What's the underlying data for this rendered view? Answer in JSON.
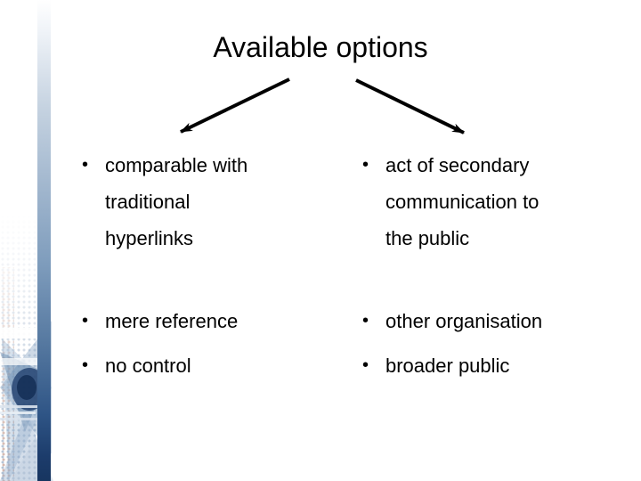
{
  "slide": {
    "title": "Available options",
    "bullet_glyph": "•",
    "left_column": {
      "items": [
        "comparable with\ntraditional\nhyperlinks",
        "mere reference",
        "no control"
      ]
    },
    "right_column": {
      "items": [
        "act of secondary\ncommunication to\nthe public",
        "other organisation",
        "broader public"
      ]
    },
    "colors": {
      "text": "#000000",
      "arrow": "#000000",
      "sidebar_bar_bottom": "#1c3c6b",
      "sidebar_bar_mid": "#7e9cbc",
      "sidebar_dots": "#6e8caf",
      "sidebar_warm_dots": "#a56955"
    }
  }
}
